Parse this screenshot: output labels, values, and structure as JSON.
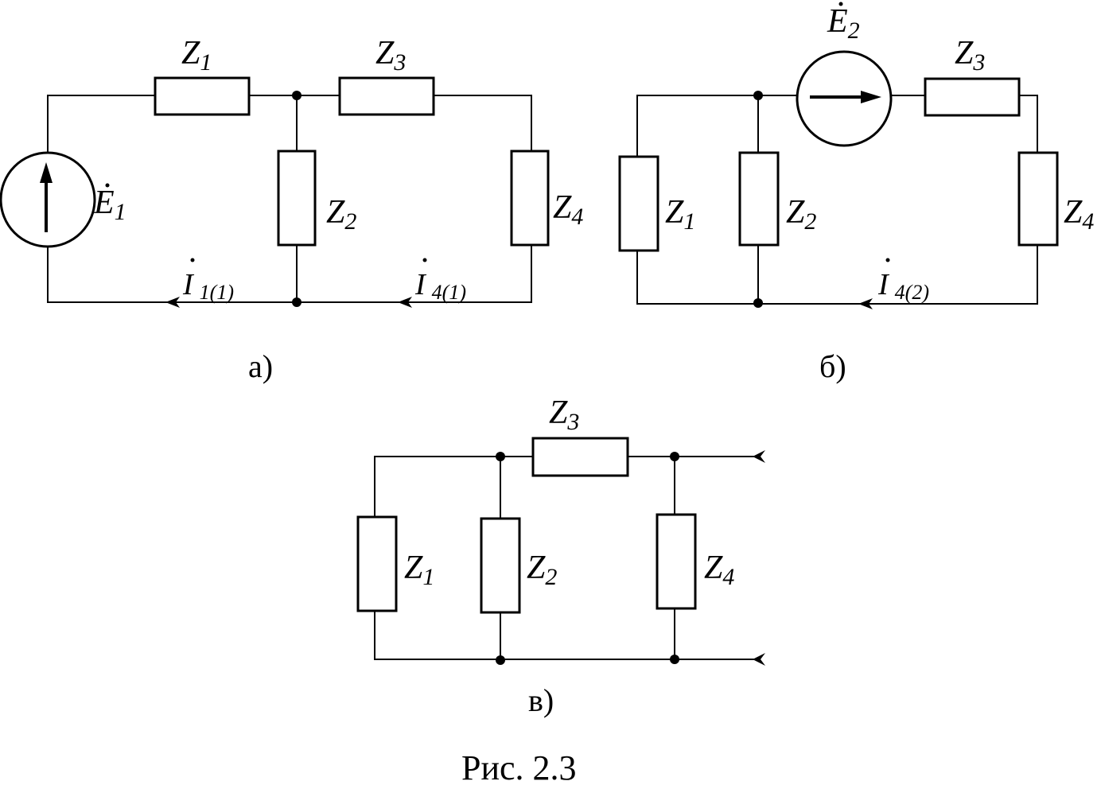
{
  "diagram": {
    "a": {
      "z1": {
        "sym": "Z",
        "idx": "1"
      },
      "z2": {
        "sym": "Z",
        "idx": "2"
      },
      "z3": {
        "sym": "Z",
        "idx": "3"
      },
      "z4": {
        "sym": "Z",
        "idx": "4"
      },
      "e1": {
        "sym": "E",
        "idx": "1"
      },
      "i1": {
        "sym": "I",
        "idx": "1(1)"
      },
      "i4": {
        "sym": "I",
        "idx": "4(1)"
      },
      "caption": "а)"
    },
    "b": {
      "z1": {
        "sym": "Z",
        "idx": "1"
      },
      "z2": {
        "sym": "Z",
        "idx": "2"
      },
      "z3": {
        "sym": "Z",
        "idx": "3"
      },
      "z4": {
        "sym": "Z",
        "idx": "4"
      },
      "e2": {
        "sym": "E",
        "idx": "2"
      },
      "i4": {
        "sym": "I",
        "idx": "4(2)"
      },
      "caption": "б)"
    },
    "c": {
      "z1": {
        "sym": "Z",
        "idx": "1"
      },
      "z2": {
        "sym": "Z",
        "idx": "2"
      },
      "z3": {
        "sym": "Z",
        "idx": "3"
      },
      "z4": {
        "sym": "Z",
        "idx": "4"
      },
      "caption": "в)"
    },
    "figure_caption": "Рис. 2.3"
  }
}
